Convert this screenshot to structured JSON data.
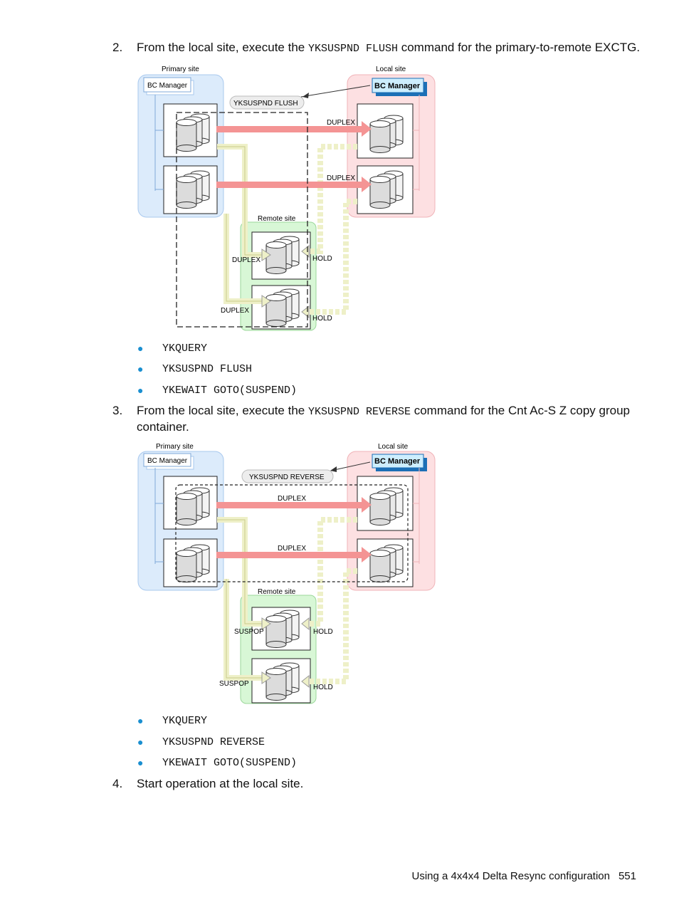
{
  "step2": {
    "number": "2.",
    "text_before": "From the local site, execute the ",
    "command": "YKSUSPND FLUSH",
    "text_after": " command for the primary-to-remote EXCTG."
  },
  "diagram1": {
    "primary_site": "Primary site",
    "local_site": "Local site",
    "remote_site": "Remote site",
    "bc_manager_primary": "BC Manager",
    "bc_manager_local": "BC Manager",
    "command_label": "YKSUSPND FLUSH",
    "duplex_top": "DUPLEX",
    "duplex_mid": "DUPLEX",
    "remote_state_1": "DUPLEX",
    "remote_state_2": "DUPLEX",
    "hold_1": "HOLD",
    "hold_2": "HOLD"
  },
  "bullets1": [
    "YKQUERY",
    "YKSUSPND FLUSH",
    "YKEWAIT GOTO(SUSPEND)"
  ],
  "step3": {
    "number": "3.",
    "text_before": "From the local site, execute the ",
    "command": "YKSUSPND REVERSE",
    "text_after": " command for the Cnt Ac-S Z copy group container."
  },
  "diagram2": {
    "primary_site": "Primary site",
    "local_site": "Local site",
    "remote_site": "Remote site",
    "bc_manager_primary": "BC Manager",
    "bc_manager_local": "BC Manager",
    "command_label": "YKSUSPND REVERSE",
    "duplex_top": "DUPLEX",
    "duplex_mid": "DUPLEX",
    "remote_state_1": "SUSPOP",
    "remote_state_2": "SUSPOP",
    "hold_1": "HOLD",
    "hold_2": "HOLD"
  },
  "bullets2": [
    "YKQUERY",
    "YKSUSPND REVERSE",
    "YKEWAIT GOTO(SUSPEND)"
  ],
  "step4": {
    "number": "4.",
    "text": "Start operation at the local site."
  },
  "footer": {
    "title": "Using a 4x4x4 Delta Resync configuration",
    "page": "551"
  },
  "colors": {
    "primary_fill": "#dcebfb",
    "local_fill": "#fde0e2",
    "remote_fill": "#d8f7d6",
    "duplex_arrow": "#f49494",
    "journal_arrow": "#eef0c8",
    "bullet": "#1a8fd0"
  }
}
